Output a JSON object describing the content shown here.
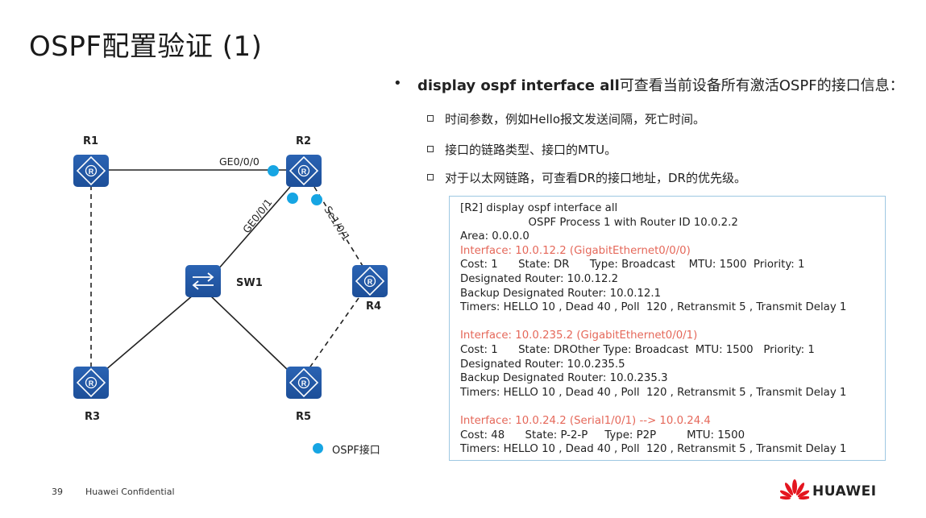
{
  "slide": {
    "title": "OSPF配置验证 (1)",
    "main_bullet": {
      "command": "display ospf interface all",
      "rest": "可查看当前设备所有激活OSPF的接口信息："
    },
    "sub_bullets": [
      "时间参数，例如Hello报文发送间隔，死亡时间。",
      "接口的链路类型、接口的MTU。",
      "对于以太网链路，可查看DR的接口地址，DR的优先级。"
    ],
    "cli_lines": [
      {
        "text": "[R2] display ospf interface all",
        "highlight": false
      },
      {
        "text": "                    OSPF Process 1 with Router ID 10.0.2.2",
        "highlight": false
      },
      {
        "text": "Area: 0.0.0.0",
        "highlight": false
      },
      {
        "text": "Interface: 10.0.12.2 (GigabitEthernet0/0/0)",
        "highlight": true
      },
      {
        "text": "Cost: 1      State: DR      Type: Broadcast    MTU: 1500  Priority: 1",
        "highlight": false
      },
      {
        "text": "Designated Router: 10.0.12.2",
        "highlight": false
      },
      {
        "text": "Backup Designated Router: 10.0.12.1",
        "highlight": false
      },
      {
        "text": "Timers: HELLO 10 , Dead 40 , Poll  120 , Retransmit 5 , Transmit Delay 1",
        "highlight": false
      },
      {
        "text": "",
        "highlight": false
      },
      {
        "text": "Interface: 10.0.235.2 (GigabitEthernet0/0/1)",
        "highlight": true
      },
      {
        "text": "Cost: 1      State: DROther Type: Broadcast  MTU: 1500   Priority: 1",
        "highlight": false
      },
      {
        "text": "Designated Router: 10.0.235.5",
        "highlight": false
      },
      {
        "text": "Backup Designated Router: 10.0.235.3",
        "highlight": false
      },
      {
        "text": "Timers: HELLO 10 , Dead 40 , Poll  120 , Retransmit 5 , Transmit Delay 1",
        "highlight": false
      },
      {
        "text": "",
        "highlight": false
      },
      {
        "text": "Interface: 10.0.24.2 (Serial1/0/1) --> 10.0.24.4",
        "highlight": true
      },
      {
        "text": "Cost: 48      State: P-2-P     Type: P2P         MTU: 1500",
        "highlight": false
      },
      {
        "text": "Timers: HELLO 10 , Dead 40 , Poll  120 , Retransmit 5 , Transmit Delay 1",
        "highlight": false
      }
    ],
    "diagram": {
      "nodes": {
        "r1": "R1",
        "r2": "R2",
        "r3": "R3",
        "r4": "R4",
        "r5": "R5",
        "sw1": "SW1"
      },
      "ports": {
        "ge000": "GE0/0/0",
        "ge001": "GE0/0/1",
        "se101": "Se1/0/1"
      },
      "legend": "OSPF接口"
    },
    "footer": {
      "page": "39",
      "confidential": "Huawei Confidential",
      "brand": "HUAWEI"
    },
    "colors": {
      "router": "#1d4f99",
      "ospf_dot": "#16a5e3",
      "highlight": "#e5685a",
      "logo": "#e4151f",
      "cli_border": "#9ec8e2"
    }
  }
}
